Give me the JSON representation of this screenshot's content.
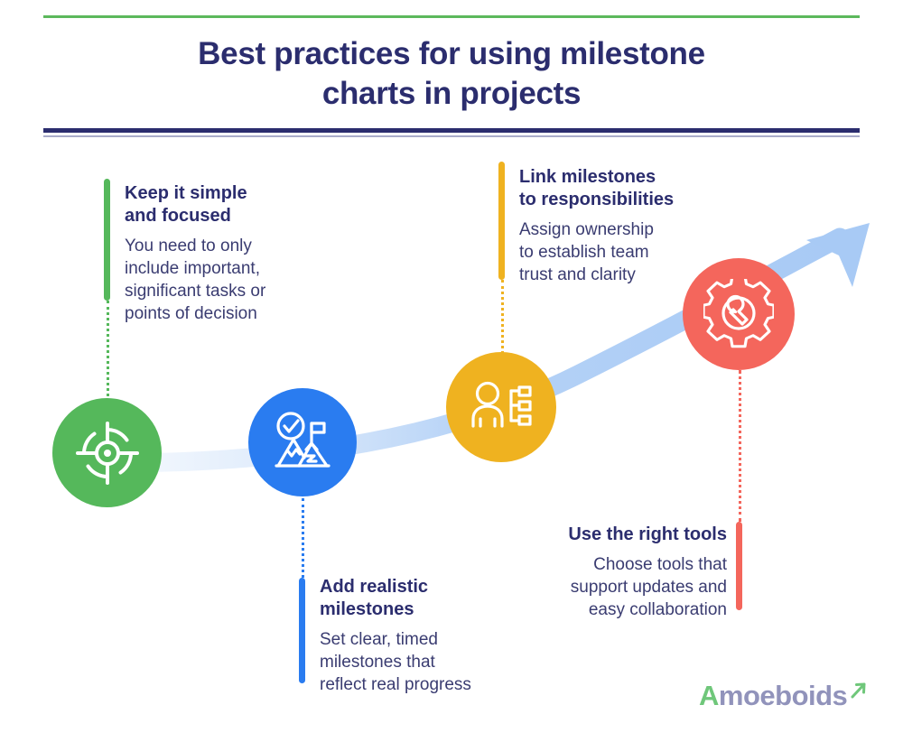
{
  "header": {
    "title_line1": "Best practices for using milestone",
    "title_line2": "charts in projects",
    "rule_top_color": "#5cb85c",
    "rule_bottom_color": "#2b2d6e"
  },
  "colors": {
    "navy": "#2b2d6e",
    "green": "#55b85b",
    "blue": "#2a7cf0",
    "yellow": "#efb220",
    "red": "#f4665c",
    "arrow_blue": "#a8caf5",
    "logo_gray": "#9193bb",
    "logo_green": "#6fc77a"
  },
  "milestones": [
    {
      "id": "keep-it-simple",
      "icon": "target-icon",
      "color": "#55b85b",
      "heading_line1": "Keep it simple",
      "heading_line2": "and focused",
      "body_line1": "You need to only",
      "body_line2": "include important,",
      "body_line3": "significant tasks or",
      "body_line4": "points of decision"
    },
    {
      "id": "add-realistic-milestones",
      "icon": "mountain-flag-icon",
      "color": "#2a7cf0",
      "heading_line1": "Add realistic",
      "heading_line2": "milestones",
      "body_line1": "Set clear, timed",
      "body_line2": "milestones that",
      "body_line3": "reflect real progress"
    },
    {
      "id": "link-milestones",
      "icon": "person-orgchart-icon",
      "color": "#efb220",
      "heading_line1": "Link milestones",
      "heading_line2": "to responsibilities",
      "body_line1": "Assign ownership",
      "body_line2": "to establish team",
      "body_line3": "trust and clarity"
    },
    {
      "id": "use-the-right-tools",
      "icon": "gear-wrench-icon",
      "color": "#f4665c",
      "heading_line1": "Use the right tools",
      "body_line1": "Choose tools that",
      "body_line2": "support updates and",
      "body_line3": "easy collaboration"
    }
  ],
  "logo": {
    "initial": "A",
    "rest": "moeboids",
    "arrow": "growth-arrow"
  }
}
